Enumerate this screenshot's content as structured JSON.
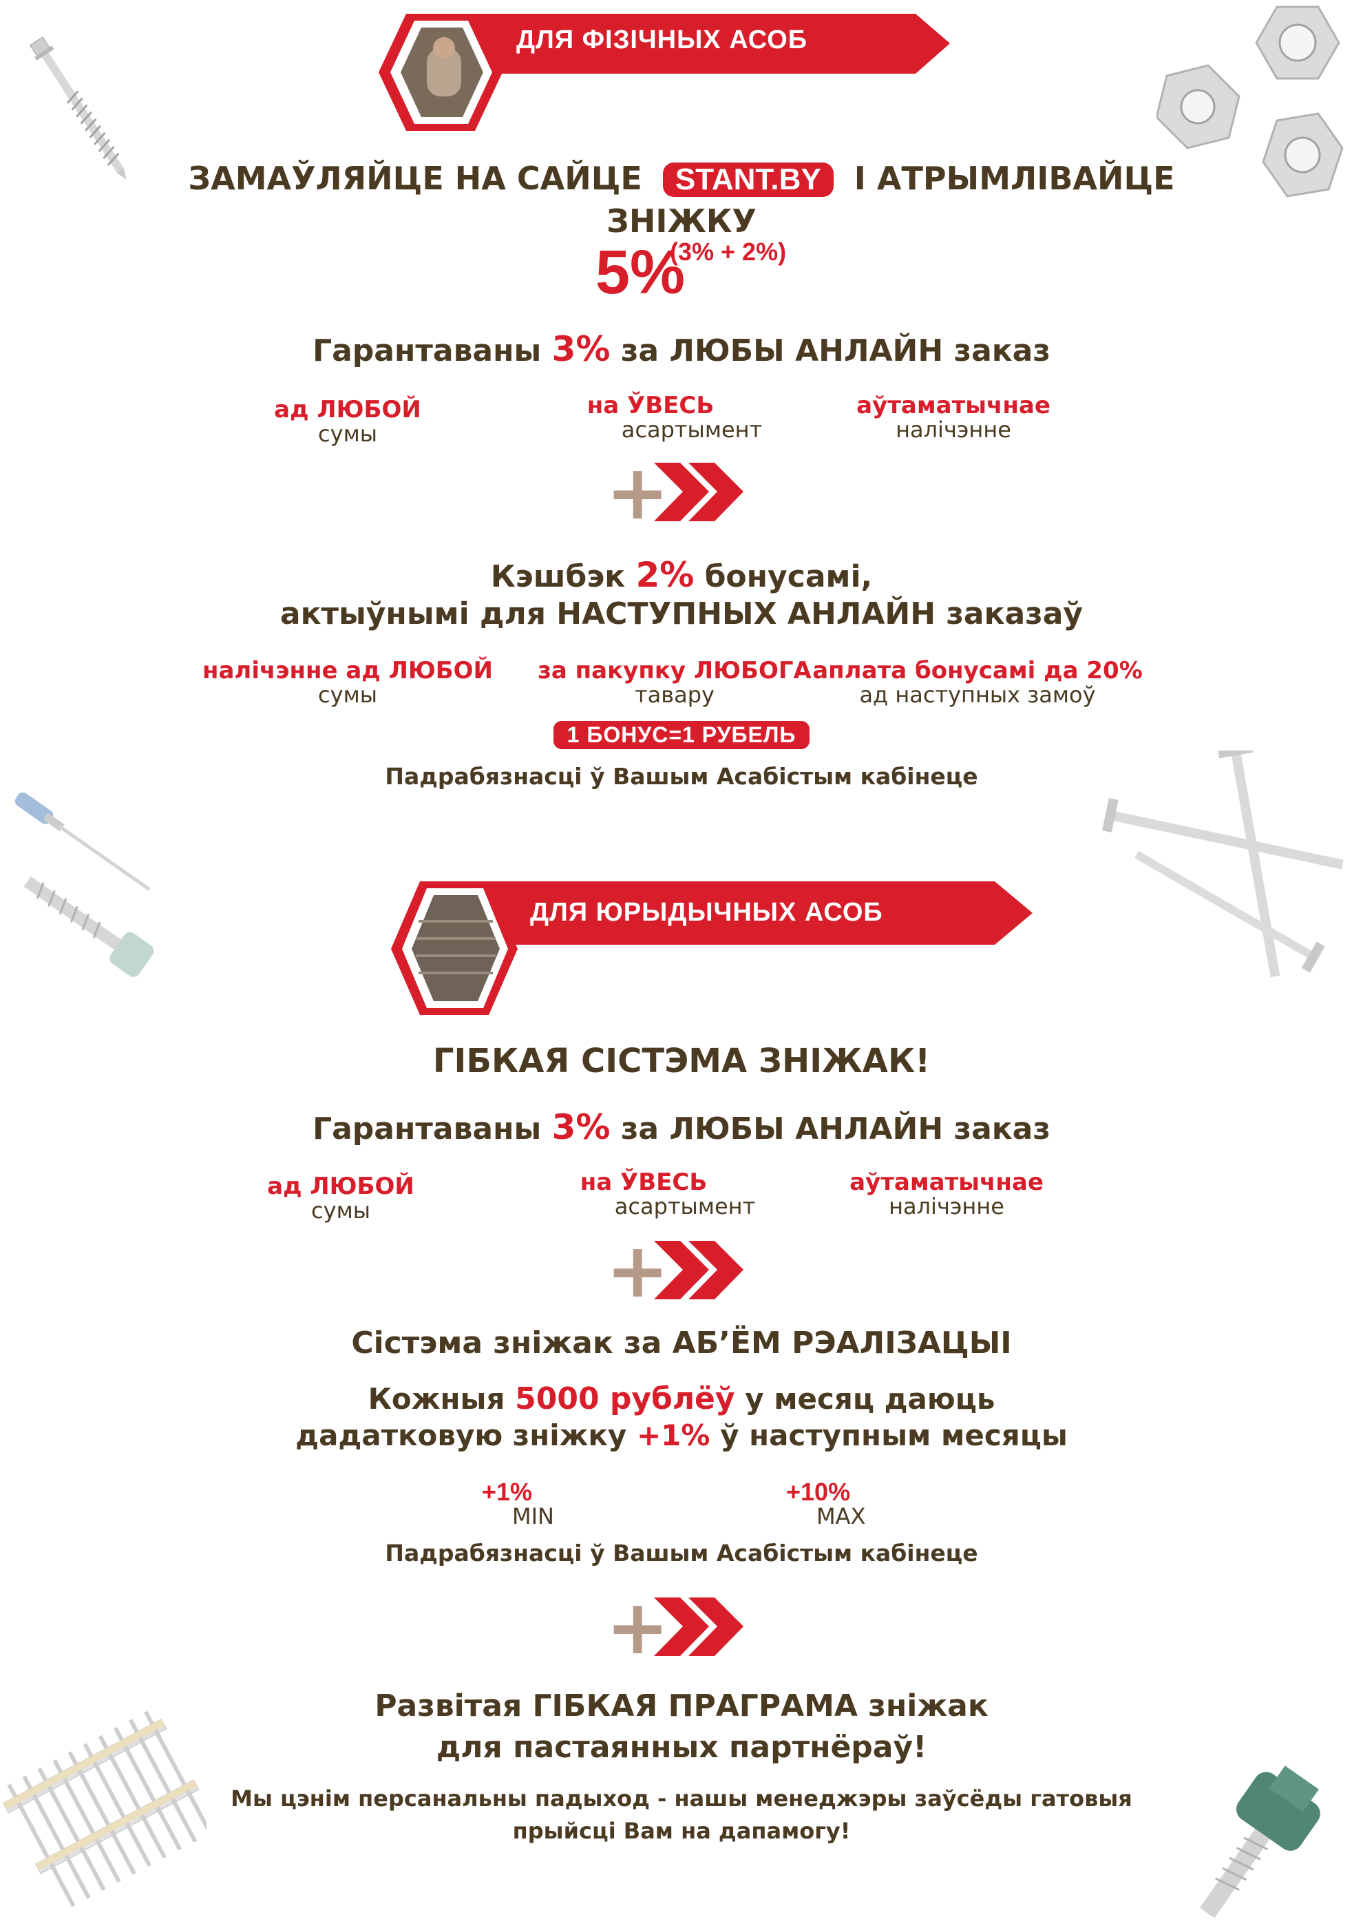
{
  "section1": {
    "banner": "ДЛЯ ФІЗІЧНЫХ АСОБ",
    "headline_part1": "ЗАМАЎЛЯЙЦЕ НА САЙЦЕ",
    "brand": "STANT.BY",
    "headline_part2": "І АТРЫМЛІВАЙЦЕ",
    "headline_line2": "ЗНІЖКУ",
    "discount_big": "5%",
    "discount_sup": "(3% + 2%)",
    "guarantee_pre": "Гарантаваны",
    "guarantee_pct": "3%",
    "guarantee_post": "за ЛЮБЫ АНЛАЙН заказ",
    "features": [
      {
        "title": "ад ЛЮБОЙ",
        "sub": "сумы"
      },
      {
        "title": "на ЎВЕСЬ",
        "sub": "асартымент"
      },
      {
        "title": "аўтаматычнае",
        "sub": "налічэнне"
      }
    ],
    "cashback_pre": "Кэшбэк",
    "cashback_pct": "2%",
    "cashback_post": "бонусамі,",
    "cashback_line2": "актыўнымі для НАСТУПНЫХ АНЛАЙН заказаў",
    "cashback_features": [
      {
        "title": "налічэнне ад ЛЮБОЙ",
        "sub": "сумы"
      },
      {
        "title": "за пакупку ЛЮБОГА",
        "sub": "тавару"
      },
      {
        "title": "аплата бонусамі да 20%",
        "sub": "ад наступных замоў"
      }
    ],
    "bonus_pill": "1 БОНУС=1 РУБЕЛЬ",
    "details": "Падрабязнасці ў Вашым Асабістым кабінеце"
  },
  "section2": {
    "banner": "ДЛЯ ЮРЫДЫЧНЫХ АСОБ",
    "headline": "ГІБКАЯ СІСТЭМА ЗНІЖАК!",
    "guarantee_pre": "Гарантаваны",
    "guarantee_pct": "3%",
    "guarantee_post": "за ЛЮБЫ АНЛАЙН заказ",
    "features": [
      {
        "title": "ад ЛЮБОЙ",
        "sub": "сумы"
      },
      {
        "title": "на ЎВЕСЬ",
        "sub": "асартымент"
      },
      {
        "title": "аўтаматычнае",
        "sub": "налічэнне"
      }
    ],
    "volume_title": "Сістэма зніжак за АБ’ЁМ РЭАЛІЗАЦЫІ",
    "volume_line1_pre": "Кожныя",
    "volume_line1_amount": "5000 рублёў",
    "volume_line1_post": "у месяц даюць",
    "volume_line2_pre": "дадатковую зніжку",
    "volume_line2_pct": "+1%",
    "volume_line2_post": "ў наступным месяцы",
    "min_value": "+1%",
    "min_label": "MIN",
    "max_value": "+10%",
    "max_label": "MAX",
    "details": "Падрабязнасці ў Вашым Асабістым кабінеце",
    "program_line1": "Развітая ГІБКАЯ ПРАГРАМА зніжак",
    "program_line2": "для пастаянных партнёраў!",
    "closing_line1": "Мы цэнім персанальны падыход - нашы менеджэры заўсёды гатовыя",
    "closing_line2": "прыйсці Вам на дапамогу!"
  },
  "colors": {
    "accent": "#d81e2a",
    "text": "#4a3a22",
    "plus": "#b59a8a"
  }
}
